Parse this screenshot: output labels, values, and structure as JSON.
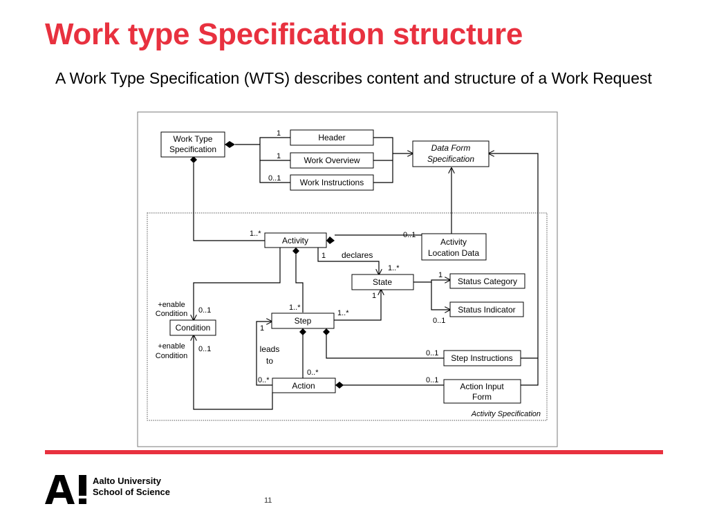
{
  "slide": {
    "title": "Work type Specification structure",
    "subtitle": "A Work Type Specification (WTS) describes content and structure of a Work Request",
    "page_number": "11"
  },
  "footer": {
    "logo_mark": "A!",
    "university": "Aalto University",
    "school": "School of Science"
  },
  "colors": {
    "accent_red": "#e8313f",
    "line": "#000000"
  },
  "diagram": {
    "classes": {
      "work_type_spec": [
        "Work Type",
        "Specification"
      ],
      "header": "Header",
      "work_overview": "Work Overview",
      "work_instructions": "Work Instructions",
      "data_form_spec": [
        "Data Form",
        "Specification"
      ],
      "activity": "Activity",
      "activity_location_data": [
        "Activity",
        "Location Data"
      ],
      "state": "State",
      "status_category": "Status Category",
      "status_indicator": "Status Indicator",
      "condition": "Condition",
      "step": "Step",
      "step_instructions": "Step Instructions",
      "action": "Action",
      "action_input_form": [
        "Action Input",
        "Form"
      ]
    },
    "package_label": "Activity Specification",
    "labels": {
      "mult_header": "1",
      "mult_overview": "1",
      "mult_instructions": "0..1",
      "mult_activity": "1..*",
      "mult_location": "0..1",
      "mult_declares_src": "1",
      "declares": "declares",
      "mult_state": "1..*",
      "mult_status_category": "1",
      "mult_status_indicator": "0..1",
      "mult_state_from_step": "1",
      "mult_step_from_activity": "1..*",
      "mult_step_to_state": "1..*",
      "enable_condition_1": [
        "+enable",
        "Condition"
      ],
      "mult_condition_1": "0..1",
      "enable_condition_2": [
        "+enable",
        "Condition"
      ],
      "mult_condition_2": "0..1",
      "mult_step_self": "1",
      "leads_to": [
        "leads",
        "to"
      ],
      "mult_action_step": "0..*",
      "mult_action_self": "0..*",
      "mult_step_instructions": "0..1",
      "mult_action_input": "0..1"
    }
  }
}
